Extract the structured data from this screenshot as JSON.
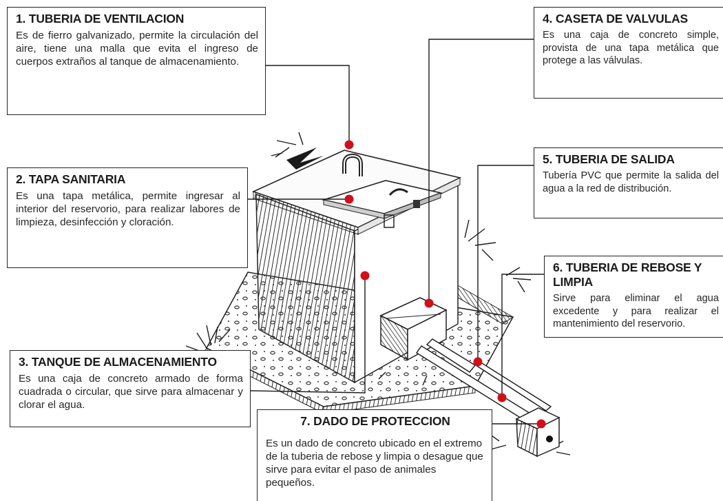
{
  "labels": [
    {
      "number": "1",
      "title": "1. TUBERIA DE VENTILACION",
      "text": "Es de fierro galvanizado, permite la circulación del aire, tiene una malla que evita el ingreso de cuerpos extraños al tanque de almacenamiento."
    },
    {
      "number": "2",
      "title": "2. TAPA SANITARIA",
      "text": "Es una tapa metálica, permite ingresar al interior del reservorio, para realizar labores de limpieza, desinfección y cloración."
    },
    {
      "number": "3",
      "title": "3. TANQUE DE ALMACENAMIENTO",
      "text": "Es una caja de concreto armado de forma cuadrada o circular, que sirve para almacenar y clorar el agua."
    },
    {
      "number": "4",
      "title": "4. CASETA DE VALVULAS",
      "text": "Es una caja de concreto simple, provista de una tapa metálica que protege a las válvulas."
    },
    {
      "number": "5",
      "title": "5. TUBERIA DE SALIDA",
      "text": "Tubería PVC que permite la salida del agua a la red de distribución."
    },
    {
      "number": "6",
      "title": "6. TUBERIA DE REBOSE Y LIMPIA",
      "text": "Sirve para eliminar el agua excedente y para realizar el mantenimiento del reservorio."
    },
    {
      "number": "7",
      "title": "7. DADO DE PROTECCION",
      "text": "Es un dado de concreto ubicado en el extremo de la tuberia de rebose y limpia o desague que sirve para evitar el paso de animales pequeños."
    }
  ],
  "colors": {
    "marker": "#d0101a",
    "line": "#1a1a1a",
    "box_border": "#222222"
  }
}
